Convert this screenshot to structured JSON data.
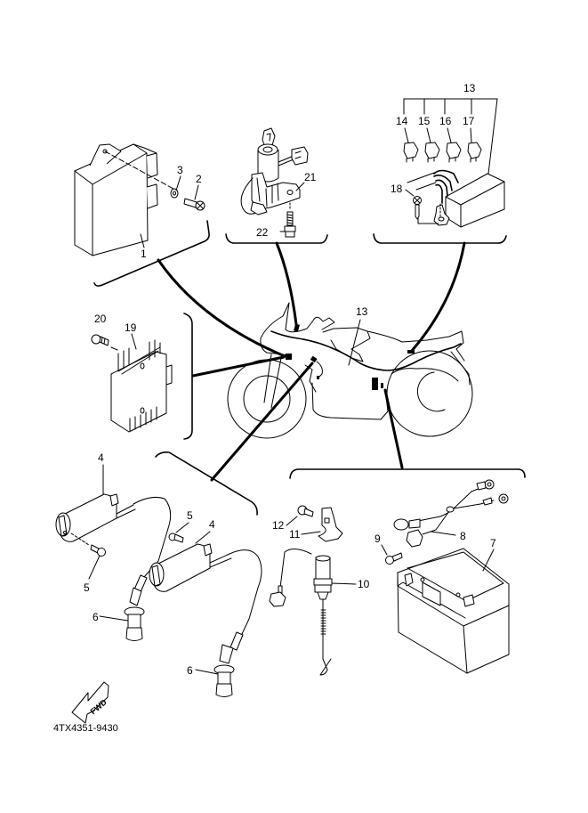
{
  "diagram": {
    "title": "Electrical parts exploded view",
    "drawing_code": "4TX4351-9430",
    "direction_arrow": "FWD",
    "callouts": {
      "c1": "1",
      "c2": "2",
      "c3": "3",
      "c4a": "4",
      "c4b": "4",
      "c5a": "5",
      "c5b": "5",
      "c6a": "6",
      "c6b": "6",
      "c7": "7",
      "c8": "8",
      "c9": "9",
      "c10": "10",
      "c11": "11",
      "c12": "12",
      "c13a": "13",
      "c13b": "13",
      "c14": "14",
      "c15": "15",
      "c16": "16",
      "c17": "17",
      "c18": "18",
      "c19": "19",
      "c20": "20",
      "c21": "21",
      "c22": "22"
    },
    "groups": [
      {
        "name": "ecu-group",
        "parts": [
          "1",
          "2",
          "3"
        ]
      },
      {
        "name": "main-switch-group",
        "parts": [
          "21",
          "22"
        ]
      },
      {
        "name": "fuse-box-group",
        "parts": [
          "13",
          "14",
          "15",
          "16",
          "17",
          "18"
        ]
      },
      {
        "name": "rectifier-group",
        "parts": [
          "19",
          "20"
        ]
      },
      {
        "name": "ignition-coil-group",
        "parts": [
          "4",
          "5",
          "6"
        ]
      },
      {
        "name": "battery-group",
        "parts": [
          "7",
          "8",
          "9",
          "10",
          "11",
          "12"
        ]
      }
    ]
  }
}
